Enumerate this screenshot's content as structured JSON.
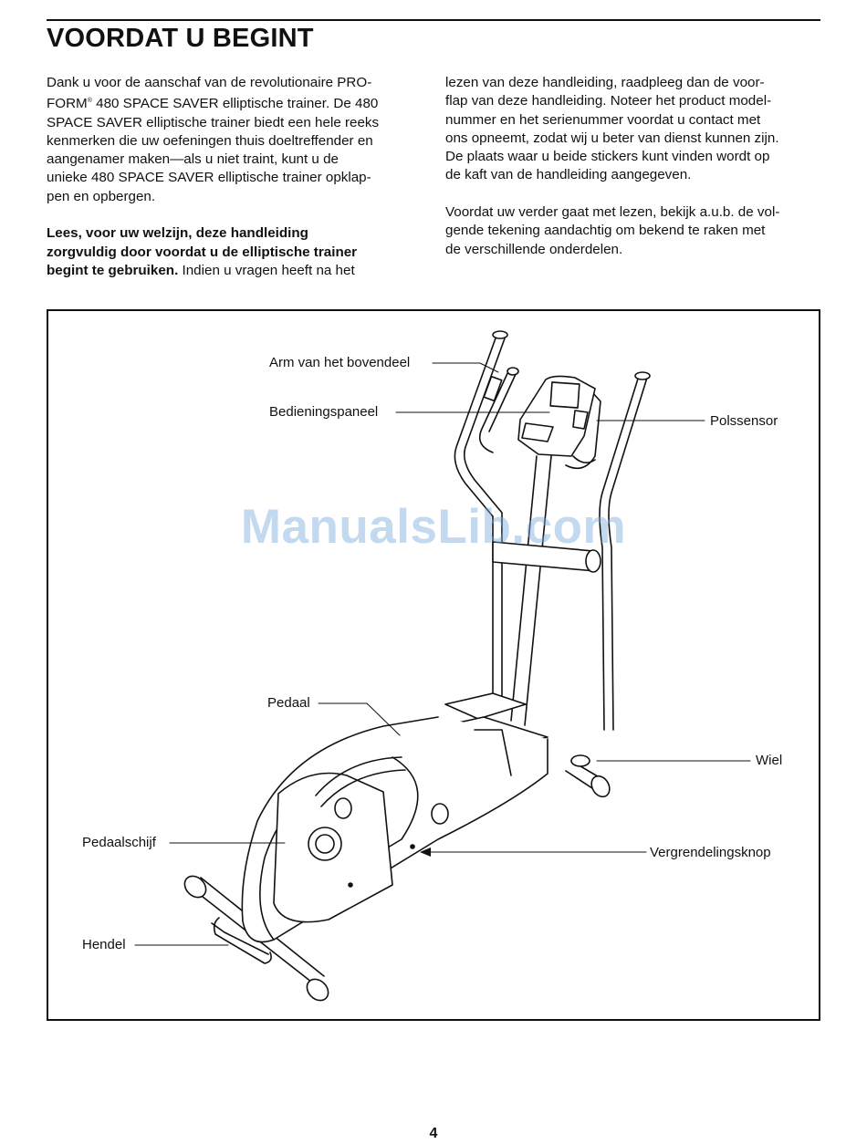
{
  "title": "VOORDAT U BEGINT",
  "column_left": {
    "para1": [
      "Dank u voor de aanschaf van de revolutionaire PRO-",
      "480 SPACE SAVER elliptische trainer. De 480",
      "SPACE SAVER elliptische trainer biedt een hele reeks",
      "kenmerken die uw oefeningen thuis doeltreffender en",
      "aangenamer maken—als u niet traint, kunt u de",
      "unieke 480 SPACE SAVER elliptische trainer opklap-",
      "pen en opbergen."
    ],
    "para1_line2_prefix": "FORM",
    "registered_mark": "®",
    "para2_bold": [
      "Lees, voor uw welzijn, deze handleiding",
      "zorgvuldig door voordat u de elliptische trainer",
      "begint te gebruiken."
    ],
    "para2_rest": " Indien u vragen heeft na het"
  },
  "column_right": {
    "para1": [
      "lezen van deze handleiding, raadpleeg dan de voor-",
      "flap van deze handleiding. Noteer het product model-",
      "nummer en het serienummer voordat u contact met",
      "ons opneemt, zodat wij u beter van dienst kunnen zijn.",
      "De plaats waar u beide stickers kunt vinden wordt op",
      "de kaft van de handleiding aangegeven."
    ],
    "para2": [
      "Voordat uw verder gaat met lezen, bekijk a.u.b. de vol-",
      "gende tekening aandachtig om bekend te raken met",
      "de verschillende onderdelen."
    ]
  },
  "diagram_labels": {
    "arm": "Arm van het bovendeel",
    "console": "Bedieningspaneel",
    "pulse": "Polssensor",
    "pedal": "Pedaal",
    "wheel": "Wiel",
    "disc": "Pedaalschijf",
    "lock": "Vergrendelingsknop",
    "handle": "Hendel"
  },
  "watermark": "ManualsLib.com",
  "page_number": "4"
}
